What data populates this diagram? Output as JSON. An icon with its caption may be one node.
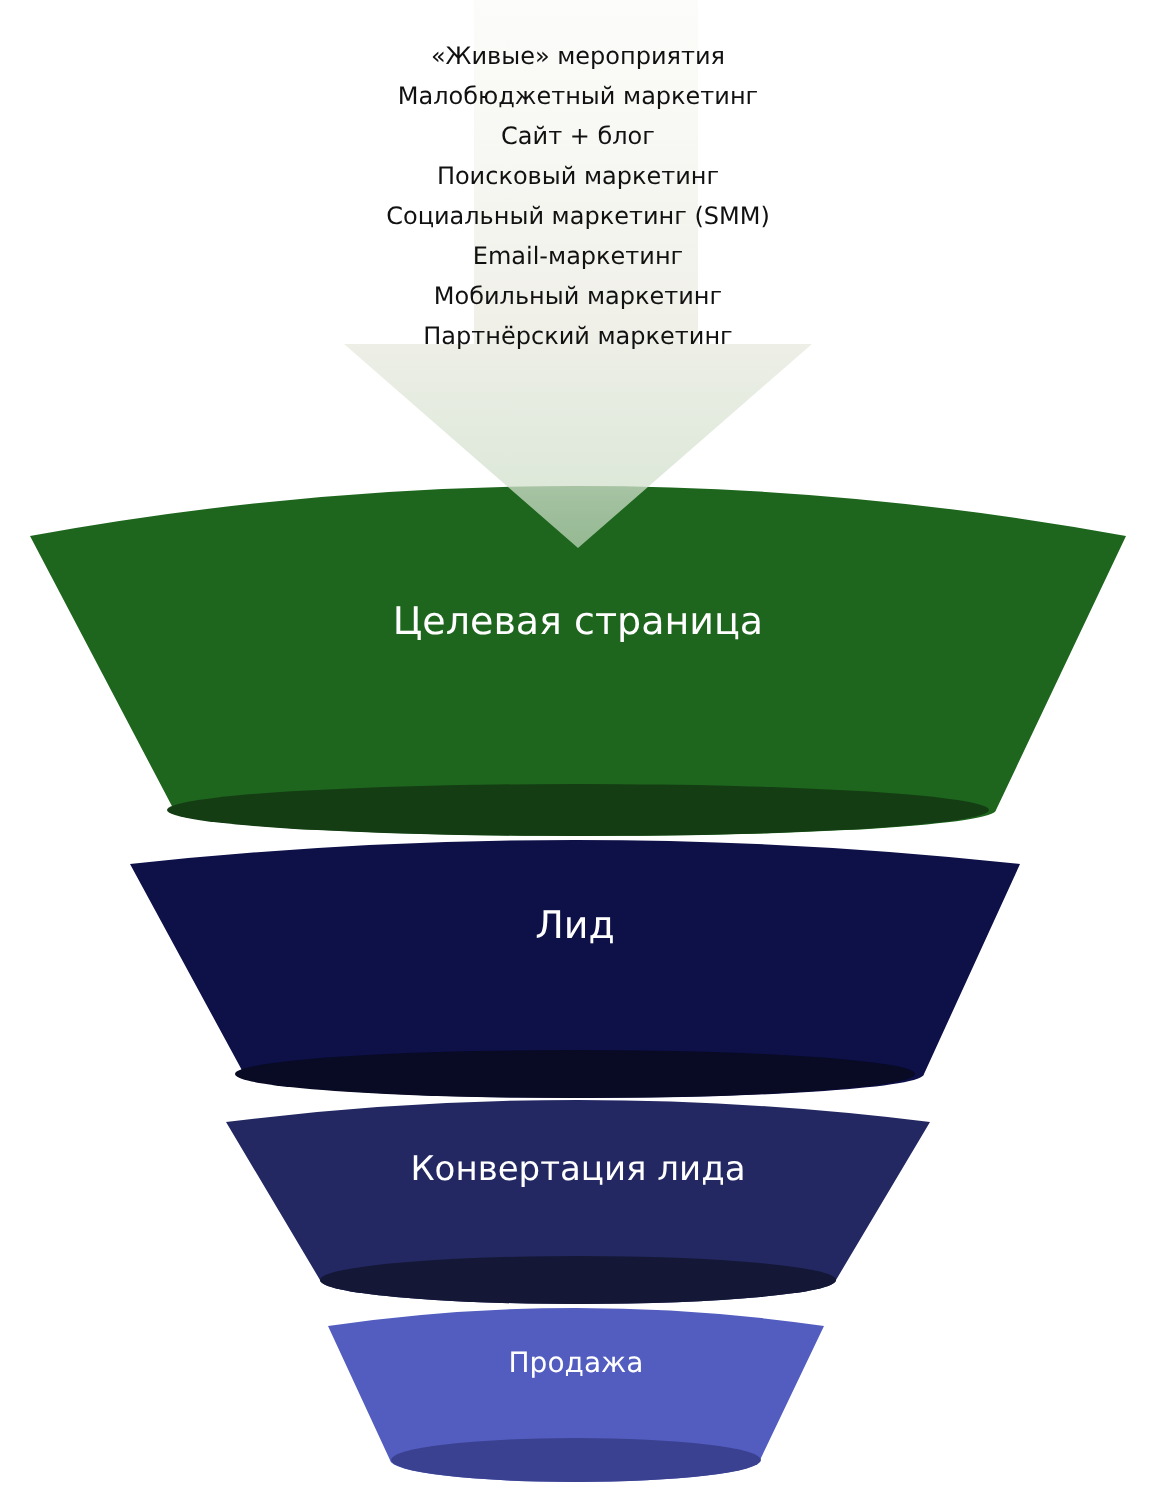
{
  "diagram": {
    "nodes": [
      {
        "text": [
          "«Живые» мероприятия",
          "Малобюджетный маркетинг",
          "Сайт + блог",
          "Поисковый маркетинг",
          "Социальный маркетинг (SMM)",
          "Email-маркетинг",
          "Мобильный маркетинг",
          "Партнёрский маркетинг"
        ]
      },
      {
        "text": [
          "Целевая страница"
        ]
      },
      {
        "text": [
          "Лид"
        ]
      },
      {
        "text": [
          "Конвертация лида"
        ]
      },
      {
        "text": [
          "Продажа"
        ]
      }
    ]
  }
}
